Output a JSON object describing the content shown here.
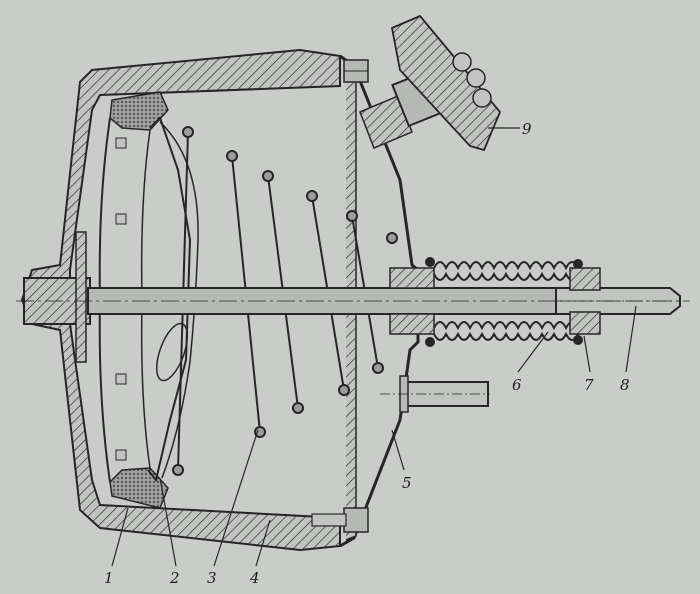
{
  "colors": {
    "paper": "#c9ccc9",
    "ink": "#262626",
    "section_fill": "#b6b9b6",
    "seal_fill": "#8a8d8a"
  },
  "callouts": [
    {
      "id": "1",
      "text": "1"
    },
    {
      "id": "2",
      "text": "2"
    },
    {
      "id": "3",
      "text": "3"
    },
    {
      "id": "4",
      "text": "4"
    },
    {
      "id": "5",
      "text": "5"
    },
    {
      "id": "6",
      "text": "6"
    },
    {
      "id": "7",
      "text": "7"
    },
    {
      "id": "8",
      "text": "8"
    },
    {
      "id": "9",
      "text": "9"
    }
  ]
}
